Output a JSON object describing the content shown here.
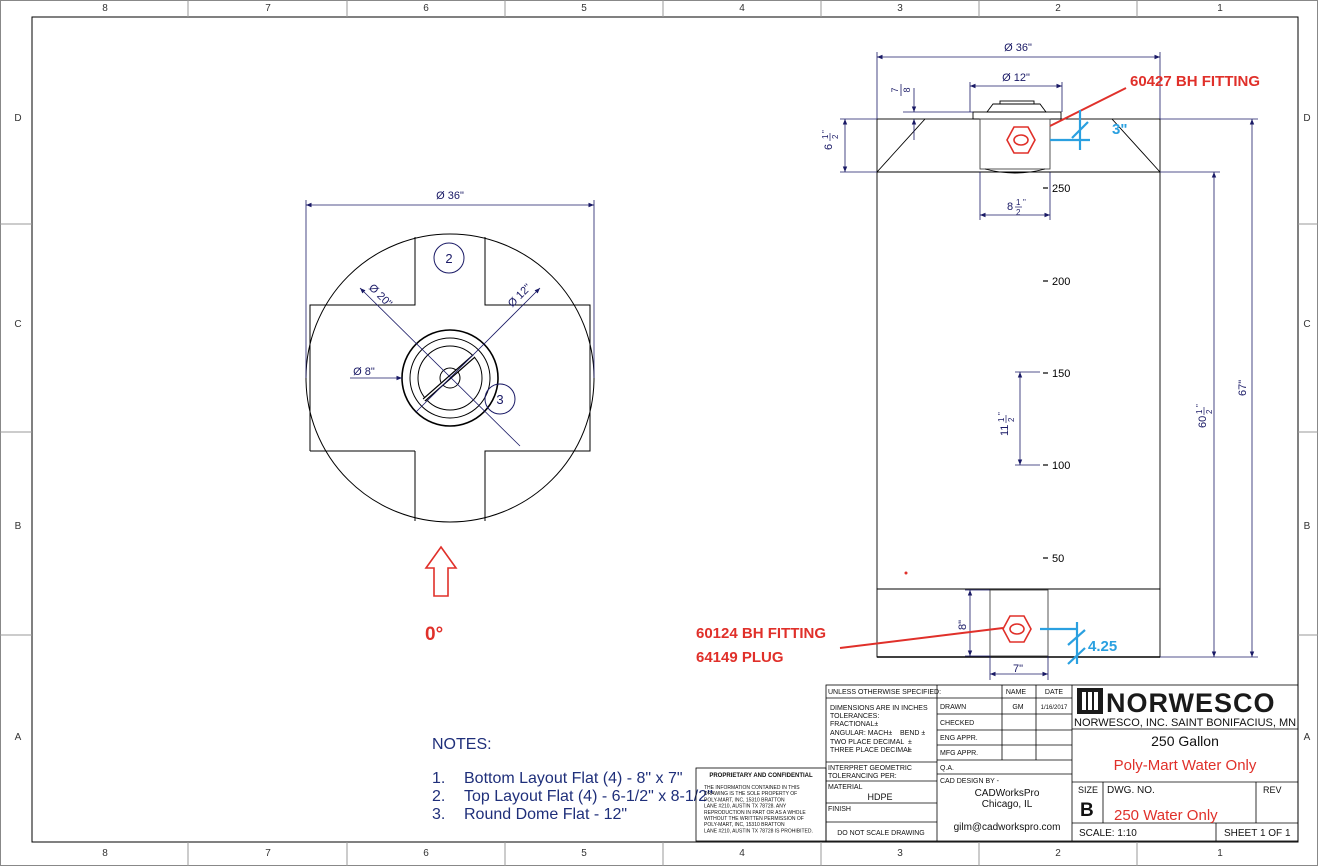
{
  "colors": {
    "line": "#000000",
    "dim": "#1a1a66",
    "annotation_red": "#e0302a",
    "annotation_blue": "#2aa0e0",
    "notes_blue": "#1f2f7a"
  },
  "frame": {
    "columns": [
      "8",
      "7",
      "6",
      "5",
      "4",
      "3",
      "2",
      "1"
    ],
    "rows": [
      "D",
      "C",
      "B",
      "A"
    ]
  },
  "top_view": {
    "dia_36": "Ø 36\"",
    "dia_20": "Ø 20\"",
    "dia_12": "Ø 12\"",
    "dia_8": "Ø 8\"",
    "callout_2": "2",
    "callout_3": "3"
  },
  "orientation": {
    "angle": "0°"
  },
  "side_view": {
    "dia_36": "Ø 36\"",
    "dia_12": "Ø 12\"",
    "dim_7_8_num": "7",
    "dim_7_8_den": "8",
    "dim_6_1_2_whole": "6",
    "dim_8_1_2_whole": "8",
    "dim_11_1_2_whole": "11",
    "dim_60_1_2_whole": "60",
    "half_num": "1",
    "half_den": "2",
    "inch": "\"",
    "dim_67": "67\"",
    "dim_8": "8\"",
    "dim_7": "7\"",
    "gallon_marks": [
      "250",
      "200",
      "150",
      "100",
      "50"
    ]
  },
  "annotations": {
    "top_fitting": "60427 BH FITTING",
    "top_offset": "3\"",
    "bottom_fitting": "60124 BH FITTING",
    "bottom_plug": "64149 PLUG",
    "bottom_offset": "4.25"
  },
  "notes": {
    "title": "NOTES:",
    "items": [
      {
        "num": "1.",
        "text": "Bottom Layout Flat (4) - 8\" x 7\""
      },
      {
        "num": "2.",
        "text": "Top Layout Flat (4) - 6-1/2\" x 8-1/2\""
      },
      {
        "num": "3.",
        "text": "Round Dome Flat - 12\""
      }
    ]
  },
  "title_block": {
    "unless": "UNLESS OTHERWISE SPECIFIED:",
    "dims_in_inches": "DIMENSIONS ARE IN INCHES",
    "tolerances": "TOLERANCES:",
    "fractional": "FRACTIONAL±",
    "angular": "ANGULAR: MACH±",
    "bend": "BEND ±",
    "two_place": "TWO PLACE DECIMAL",
    "two_place_sym": "±",
    "three_place": "THREE PLACE DECIMAL",
    "three_place_sym": "±",
    "interpret": "INTERPRET GEOMETRIC",
    "tolerancing": "TOLERANCING PER:",
    "material_label": "MATERIAL",
    "material_value": "HDPE",
    "finish_label": "FINISH",
    "do_not_scale": "DO NOT SCALE DRAWING",
    "proprietary_title": "PROPRIETARY AND CONFIDENTIAL",
    "proprietary_lines": [
      "THE INFORMATION CONTAINED IN THIS",
      "DRAWING IS THE SOLE PROPERTY OF",
      "POLY-MART, INC, 15310 BRATTON",
      "LANE #210, AUSTIN TX 78728. ANY",
      "REPRODUCTION IN PART OR AS A WHOLE",
      "WITHOUT THE WRITTEN PERMISSION OF",
      "POLY-MART, INC, 15310 BRATTON",
      "LANE #210, AUSTIN TX 78728 IS PROHIBITED."
    ],
    "name_col": "NAME",
    "date_col": "DATE",
    "drawn_label": "DRAWN",
    "drawn_name": "GM",
    "drawn_date": "1/16/2017",
    "checked": "CHECKED",
    "eng_appr": "ENG APPR.",
    "mfg_appr": "MFG APPR.",
    "qa": "Q.A.",
    "cad_design_by": "CAD DESIGN BY -",
    "cad_company": "CADWorksPro",
    "cad_city": "Chicago, IL",
    "cad_email": "gilm@cadworkspro.com",
    "logo_text": "NORWESCO",
    "company_line": "NORWESCO, INC.  SAINT BONIFACIUS, MN",
    "title": "250 Gallon",
    "subtitle": "Poly-Mart Water Only",
    "size_label": "SIZE",
    "size_value": "B",
    "dwg_no_label": "DWG.  NO.",
    "dwg_no_value": "250 Water Only",
    "rev_label": "REV",
    "scale": "SCALE: 1:10",
    "sheet": "SHEET 1 OF 1"
  }
}
